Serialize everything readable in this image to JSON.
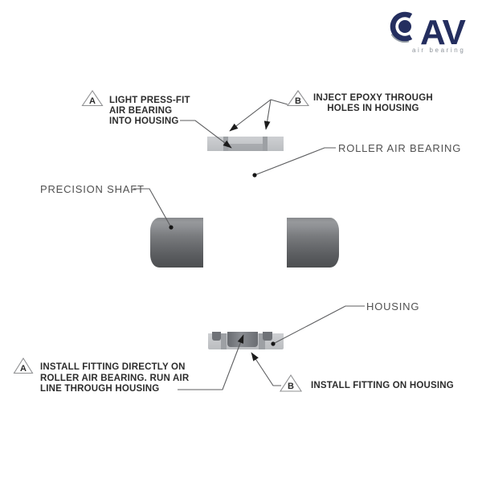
{
  "logo": {
    "brand": "AV",
    "tagline": "air bearing",
    "navy": "#242e5f",
    "swoosh_gray": "#98a0a7"
  },
  "callouts": {
    "top_left": {
      "marker": "A",
      "lines": [
        "LIGHT PRESS-FIT",
        "AIR BEARING",
        "INTO HOUSING"
      ]
    },
    "top_right": {
      "marker": "B",
      "lines": [
        "INJECT EPOXY THROUGH",
        "HOLES IN HOUSING"
      ]
    },
    "bottom_left": {
      "marker": "A",
      "lines": [
        "INSTALL FITTING DIRECTLY ON",
        "ROLLER AIR BEARING. RUN AIR",
        "LINE THROUGH HOUSING"
      ]
    },
    "bottom_right": {
      "marker": "B",
      "lines": [
        "INSTALL FITTING ON HOUSING"
      ]
    }
  },
  "part_labels": {
    "roller": "ROLLER AIR BEARING",
    "shaft": "PRECISION SHAFT",
    "housing": "HOUSING"
  },
  "diagram_colors": {
    "roller_gray": "#7d8085",
    "shaft_gray": "#6f7275",
    "housing_light_gray": "#c6c8cb",
    "leader_line": "#5c5d5f"
  }
}
